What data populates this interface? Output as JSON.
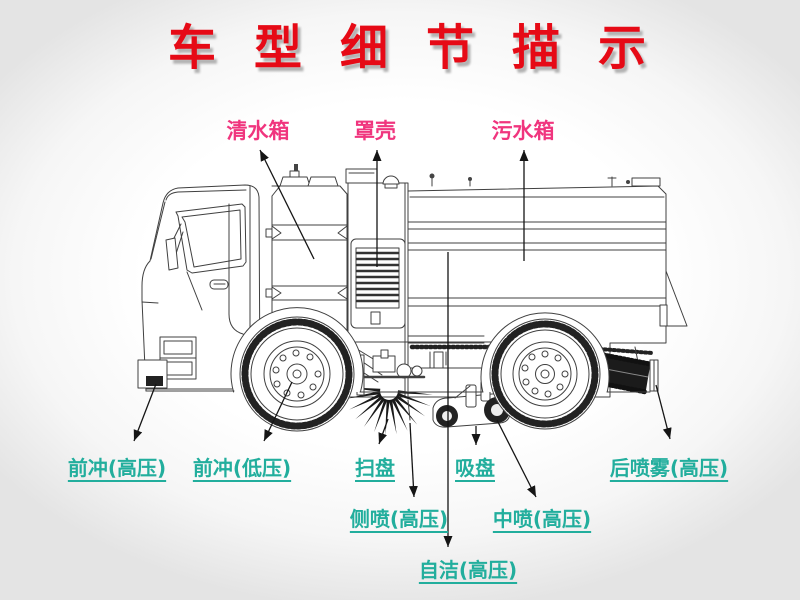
{
  "title": {
    "text": "车型细节描示"
  },
  "colors": {
    "title_red": "#e60a16",
    "label_magenta": "#f0357e",
    "label_teal": "#22ae9d",
    "line": "#404040",
    "arrow": "#151515"
  },
  "labels_top": [
    {
      "id": "clean-water-tank",
      "text": "清水箱"
    },
    {
      "id": "cover-shell",
      "text": "罩壳"
    },
    {
      "id": "dirty-water-tank",
      "text": "污水箱"
    }
  ],
  "labels_bottom": [
    {
      "id": "front-flush-high",
      "text": "前冲(高压)"
    },
    {
      "id": "front-flush-low",
      "text": "前冲(低压)"
    },
    {
      "id": "sweep-disc",
      "text": "扫盘"
    },
    {
      "id": "suction-plate",
      "text": "吸盘"
    },
    {
      "id": "rear-mist-high",
      "text": "后喷雾(高压)"
    },
    {
      "id": "side-spray-high",
      "text": "侧喷(高压)"
    },
    {
      "id": "mid-spray-high",
      "text": "中喷(高压)"
    },
    {
      "id": "self-clean-high",
      "text": "自洁(高压)"
    }
  ]
}
